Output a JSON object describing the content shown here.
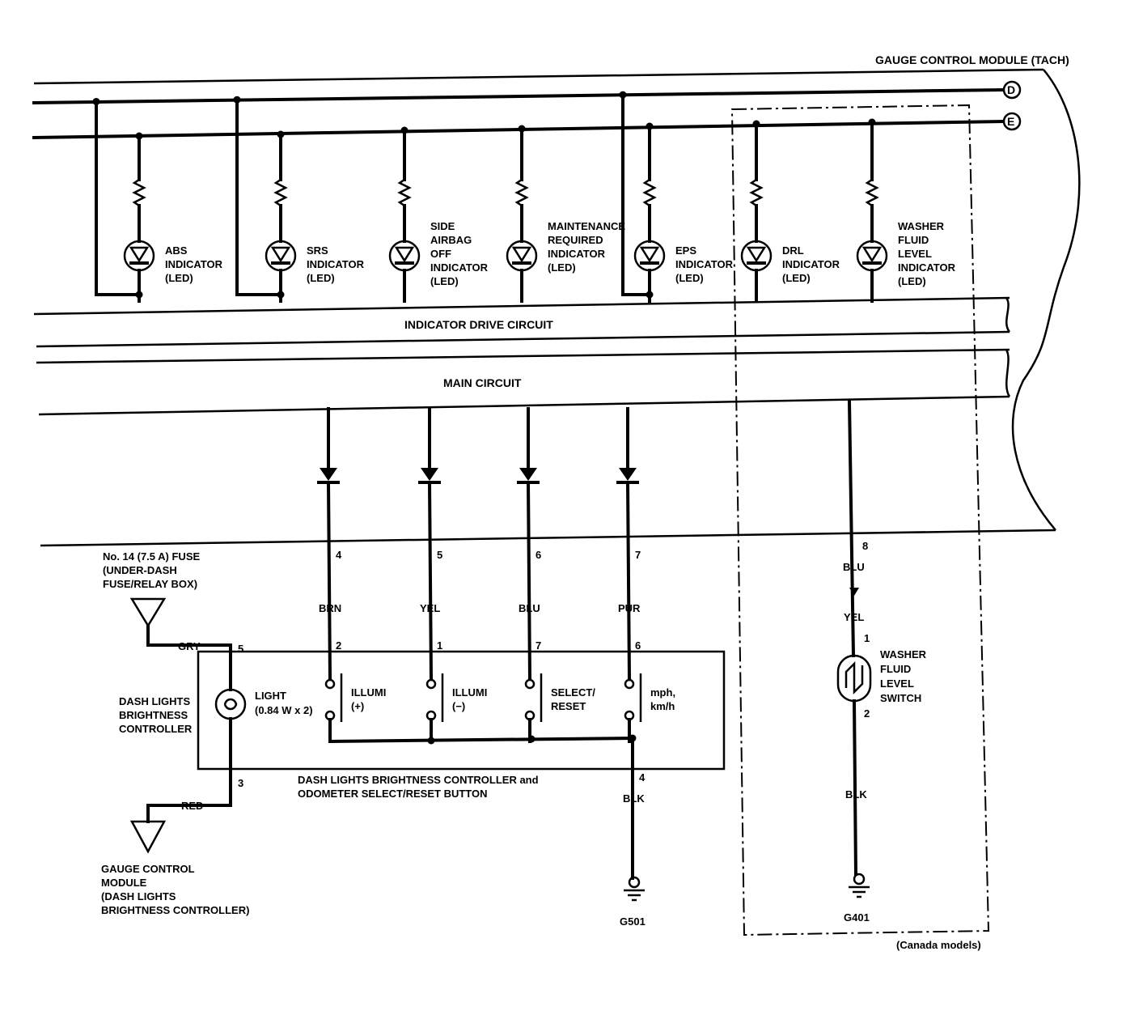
{
  "module": {
    "title": "GAUGE CONTROL MODULE (TACH)",
    "connector_d": "D",
    "connector_e": "E"
  },
  "indicators": [
    {
      "lines": [
        "ABS",
        "INDICATOR",
        "(LED)"
      ]
    },
    {
      "lines": [
        "SRS",
        "INDICATOR",
        "(LED)"
      ]
    },
    {
      "lines": [
        "SIDE",
        "AIRBAG",
        "OFF",
        "INDICATOR",
        "(LED)"
      ]
    },
    {
      "lines": [
        "MAINTENANCE",
        "REQUIRED",
        "INDICATOR",
        "(LED)"
      ]
    },
    {
      "lines": [
        "EPS",
        "INDICATOR",
        "(LED)"
      ]
    },
    {
      "lines": [
        "DRL",
        "INDICATOR",
        "(LED)"
      ]
    },
    {
      "lines": [
        "WASHER",
        "FLUID",
        "LEVEL",
        "INDICATOR",
        "(LED)"
      ]
    }
  ],
  "circuits": {
    "indicator_drive": "INDICATOR DRIVE CIRCUIT",
    "main": "MAIN CIRCUIT"
  },
  "branches": [
    {
      "pin_top": "4",
      "wire": "BRN",
      "pin_bottom": "2",
      "switch_lines": [
        "ILLUMI",
        "(+)"
      ]
    },
    {
      "pin_top": "5",
      "wire": "YEL",
      "pin_bottom": "1",
      "switch_lines": [
        "ILLUMI",
        "(−)"
      ]
    },
    {
      "pin_top": "6",
      "wire": "BLU",
      "pin_bottom": "7",
      "switch_lines": [
        "SELECT/",
        "RESET"
      ]
    },
    {
      "pin_top": "7",
      "wire": "PUR",
      "pin_bottom": "6",
      "switch_lines": [
        "mph,",
        "km/h"
      ]
    }
  ],
  "fuse": {
    "lines": [
      "No. 14 (7.5 A) FUSE",
      "(UNDER-DASH",
      "FUSE/RELAY BOX)"
    ],
    "wire": "GRY",
    "pin": "5"
  },
  "controller": {
    "lines": [
      "DASH LIGHTS",
      "BRIGHTNESS",
      "CONTROLLER"
    ],
    "light_lines": [
      "LIGHT",
      "(0.84 W x 2)"
    ],
    "caption_lines": [
      "DASH LIGHTS BRIGHTNESS CONTROLLER and",
      "ODOMETER SELECT/RESET BUTTON"
    ],
    "ground_pin": "4",
    "ground_wire": "BLK",
    "ground_name": "G501"
  },
  "gauge_feed": {
    "pin": "3",
    "wire": "RED",
    "lines": [
      "GAUGE CONTROL",
      "MODULE",
      "(DASH LIGHTS",
      "BRIGHTNESS CONTROLLER)"
    ]
  },
  "washer": {
    "pin_module": "8",
    "wire_top": "BLU",
    "wire_mid": "YEL",
    "pin_switch_top": "1",
    "pin_switch_bottom": "2",
    "switch_lines": [
      "WASHER",
      "FLUID",
      "LEVEL",
      "SWITCH"
    ],
    "ground_wire": "BLK",
    "ground_name": "G401"
  },
  "canada_note": "(Canada models)"
}
